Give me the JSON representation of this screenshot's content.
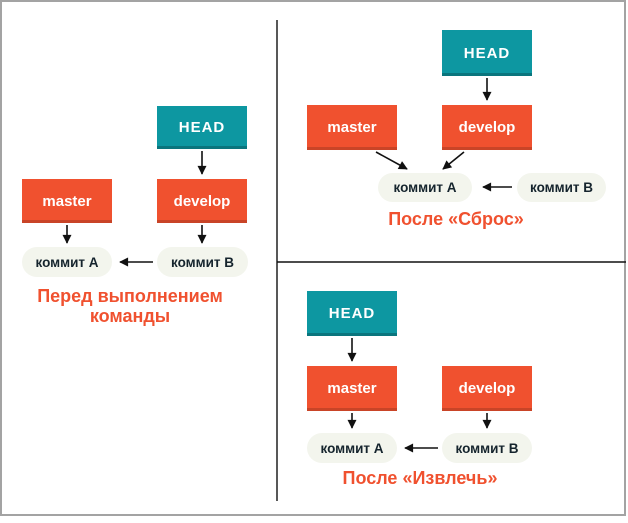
{
  "labels": {
    "head": "HEAD",
    "master": "master",
    "develop": "develop",
    "commit_a": "коммит A",
    "commit_b": "коммит B"
  },
  "panels": {
    "before": {
      "caption_line1": "Перед выполнением",
      "caption_line2": "команды"
    },
    "after_reset": {
      "caption": "После «Сброс»"
    },
    "after_checkout": {
      "caption": "После «Извлечь»"
    }
  },
  "colors": {
    "head_box": "#0d97a1",
    "branch_box": "#f0512f",
    "commit_pill_bg": "#f3f5ed",
    "commit_pill_text": "#15242d",
    "caption_text": "#f0512f",
    "arrow": "#111111",
    "divider": "#111111",
    "frame_border": "#a3a3a3",
    "background": "#ffffff"
  }
}
